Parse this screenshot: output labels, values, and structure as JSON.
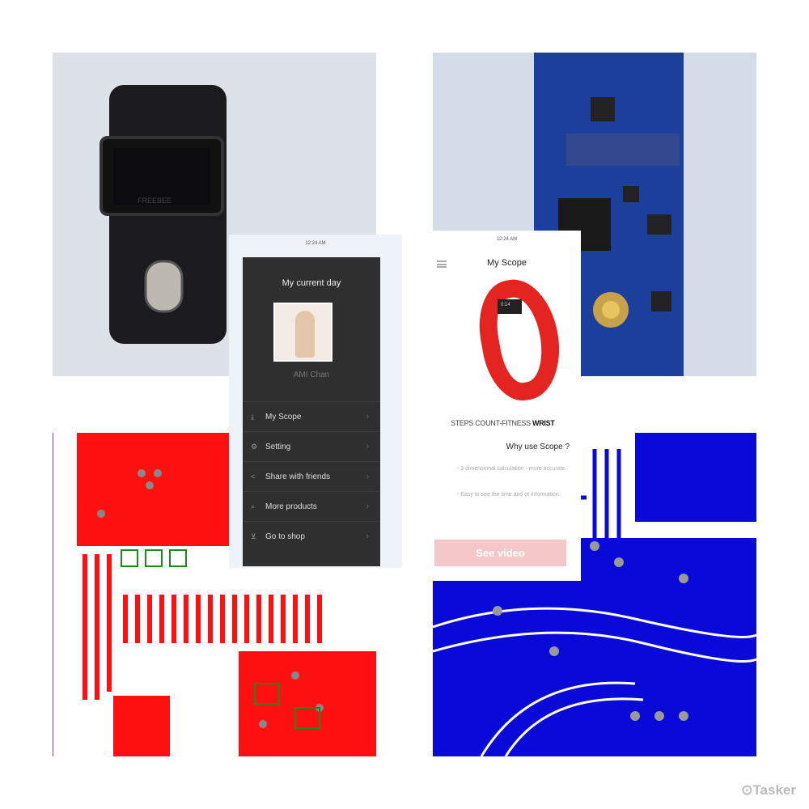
{
  "photo_device": {
    "brand": "FREEBEE"
  },
  "phone_menu": {
    "status_time": "12:24 AM",
    "title": "My current day",
    "user_name": "AMI Chan",
    "items": [
      {
        "icon": "download-icon",
        "label": "My Scope"
      },
      {
        "icon": "gear-icon",
        "label": "Setting"
      },
      {
        "icon": "share-icon",
        "label": "Share with friends"
      },
      {
        "icon": "search-icon",
        "label": "More products"
      },
      {
        "icon": "cart-icon",
        "label": "Go to shop"
      }
    ]
  },
  "phone_scope": {
    "status_time": "12:24 AM",
    "title": "My Scope",
    "band_screen": "0:14",
    "tagline": "STEPS COUNT-FITNESS ",
    "tagline_bold": "WRIST",
    "why": "Why use Scope ?",
    "bullet1": "- 3 dimensional calculation - more accurate.",
    "bullet2": "- Easy to see the time and ot information.",
    "video_button": "See video"
  },
  "watermark": "Tasker",
  "colors": {
    "pcb_red": "#ff0000",
    "pcb_blue": "#0000dd",
    "board_blue": "#1c3f9c"
  }
}
